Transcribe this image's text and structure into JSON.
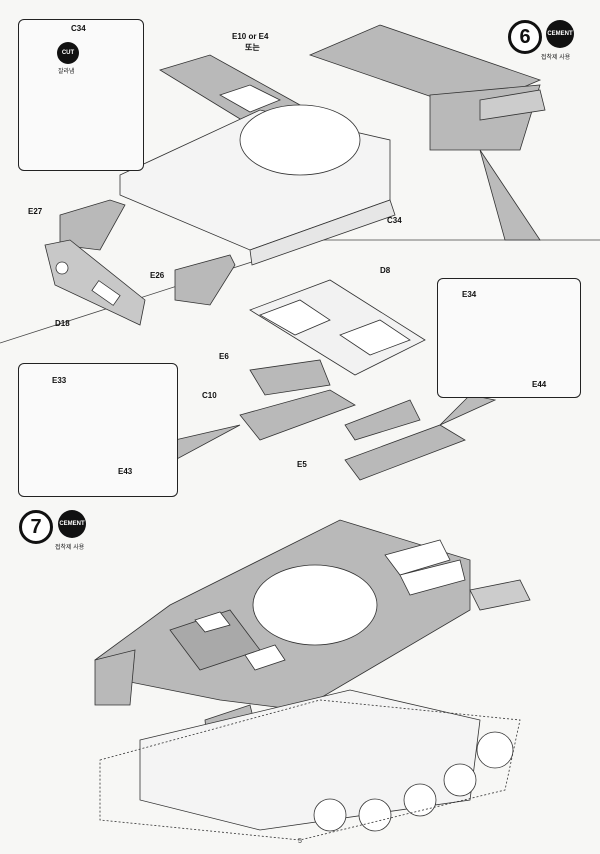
{
  "step6": {
    "number": "6",
    "cement_badge": "CEMENT",
    "cement_caption": "접착제 사용",
    "inset_part": "C34",
    "cut_badge": "CUT",
    "cut_caption": "잘라냄",
    "part_e10_e4": "E10  or  E4",
    "part_e10_e4_alt": "또는",
    "part_e27": "E27",
    "part_d18": "D18",
    "part_e26": "E26",
    "part_c34": "C34",
    "part_d8": "D8",
    "part_e6": "E6",
    "part_c10": "C10",
    "part_e5": "E5",
    "right_inset_e34": "E34",
    "right_inset_e44": "E44",
    "left_inset_e33": "E33",
    "left_inset_e43": "E43"
  },
  "step7": {
    "number": "7",
    "cement_badge": "CEMENT",
    "cement_caption": "접착제 사용"
  },
  "page_number": "5"
}
